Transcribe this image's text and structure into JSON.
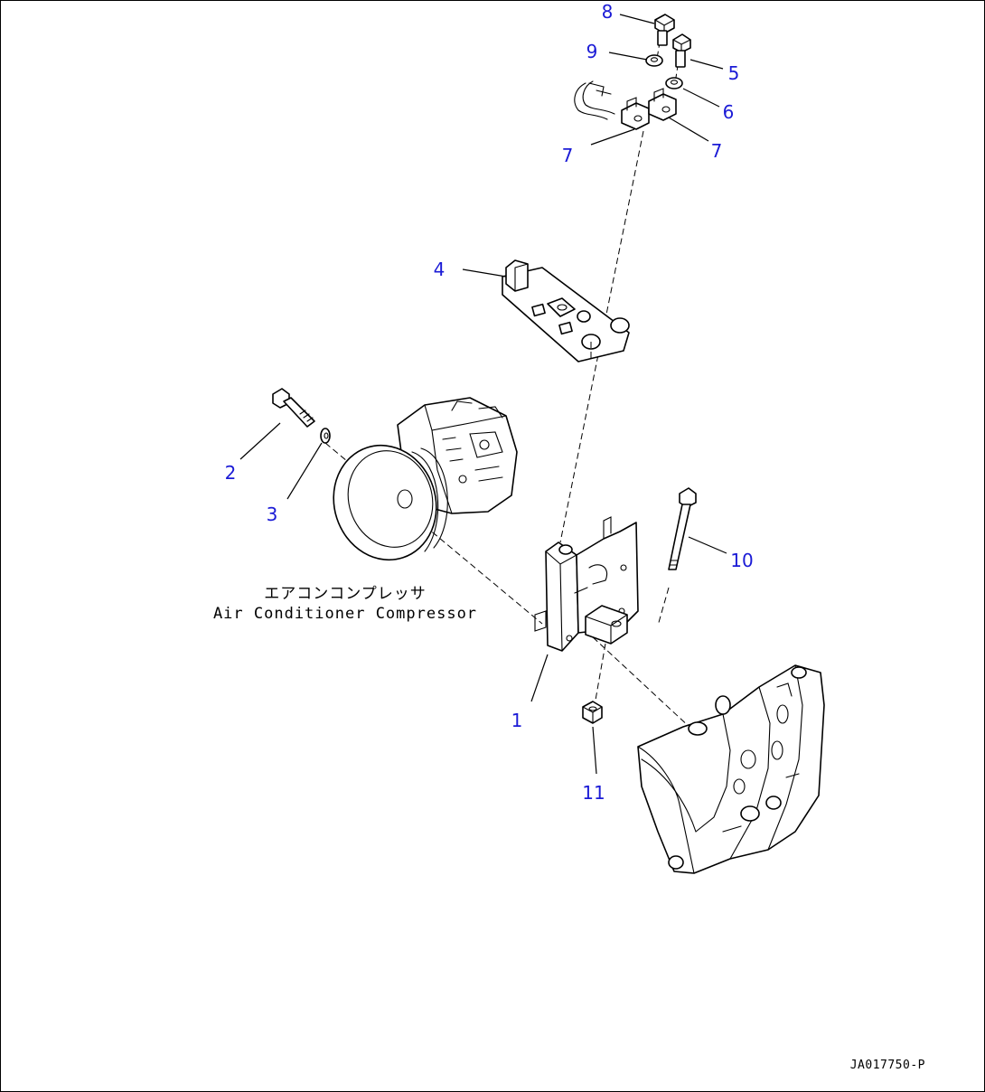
{
  "callouts": {
    "c1": "1",
    "c2": "2",
    "c3": "3",
    "c4": "4",
    "c5": "5",
    "c6": "6",
    "c7a": "7",
    "c7b": "7",
    "c8": "8",
    "c9": "9",
    "c10": "10",
    "c11": "11"
  },
  "caption": {
    "japanese": "エアコンコンプレッサ",
    "english": "Air Conditioner Compressor"
  },
  "drawing_number": "JA017750-P",
  "colors": {
    "callout": "#1b1bd6",
    "line": "#000000",
    "background": "#ffffff"
  }
}
